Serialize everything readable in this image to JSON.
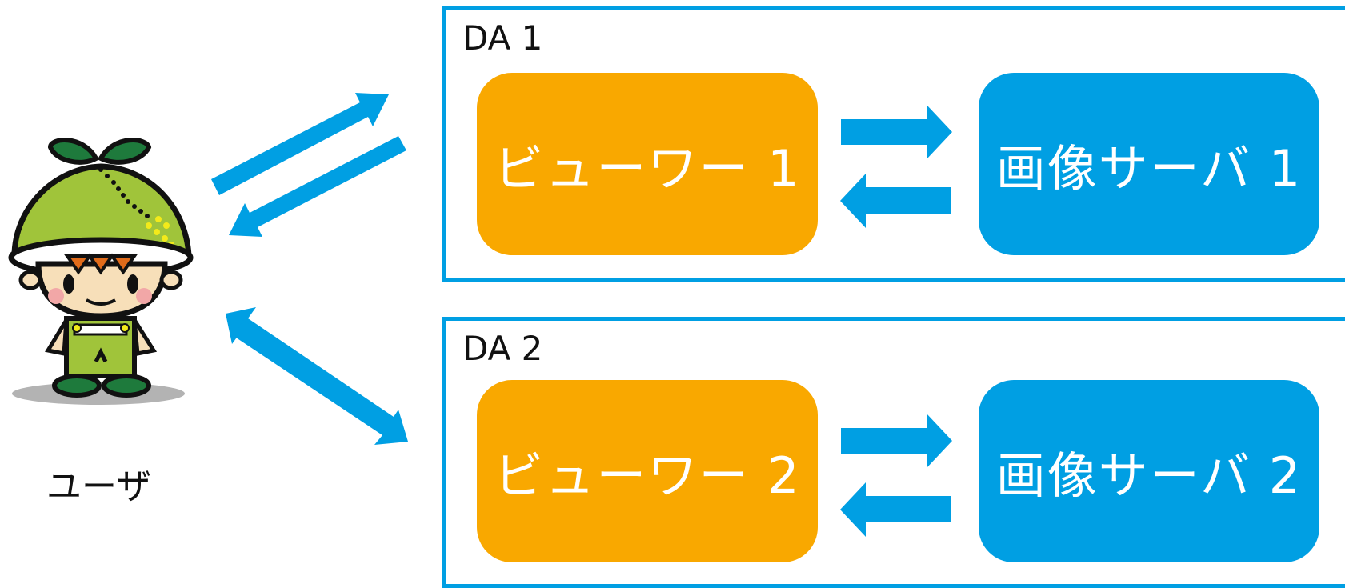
{
  "colors": {
    "frame": "#009fe3",
    "viewer": "#f9a800",
    "server": "#009fe3",
    "arrow": "#009fe3"
  },
  "user": {
    "label": "ユーザ",
    "icon": "mascot-user-icon"
  },
  "groups": [
    {
      "label": "DA 1",
      "viewer": "ビューワー 1",
      "server": "画像サーバ 1"
    },
    {
      "label": "DA 2",
      "viewer": "ビューワー 2",
      "server": "画像サーバ 2"
    }
  ]
}
